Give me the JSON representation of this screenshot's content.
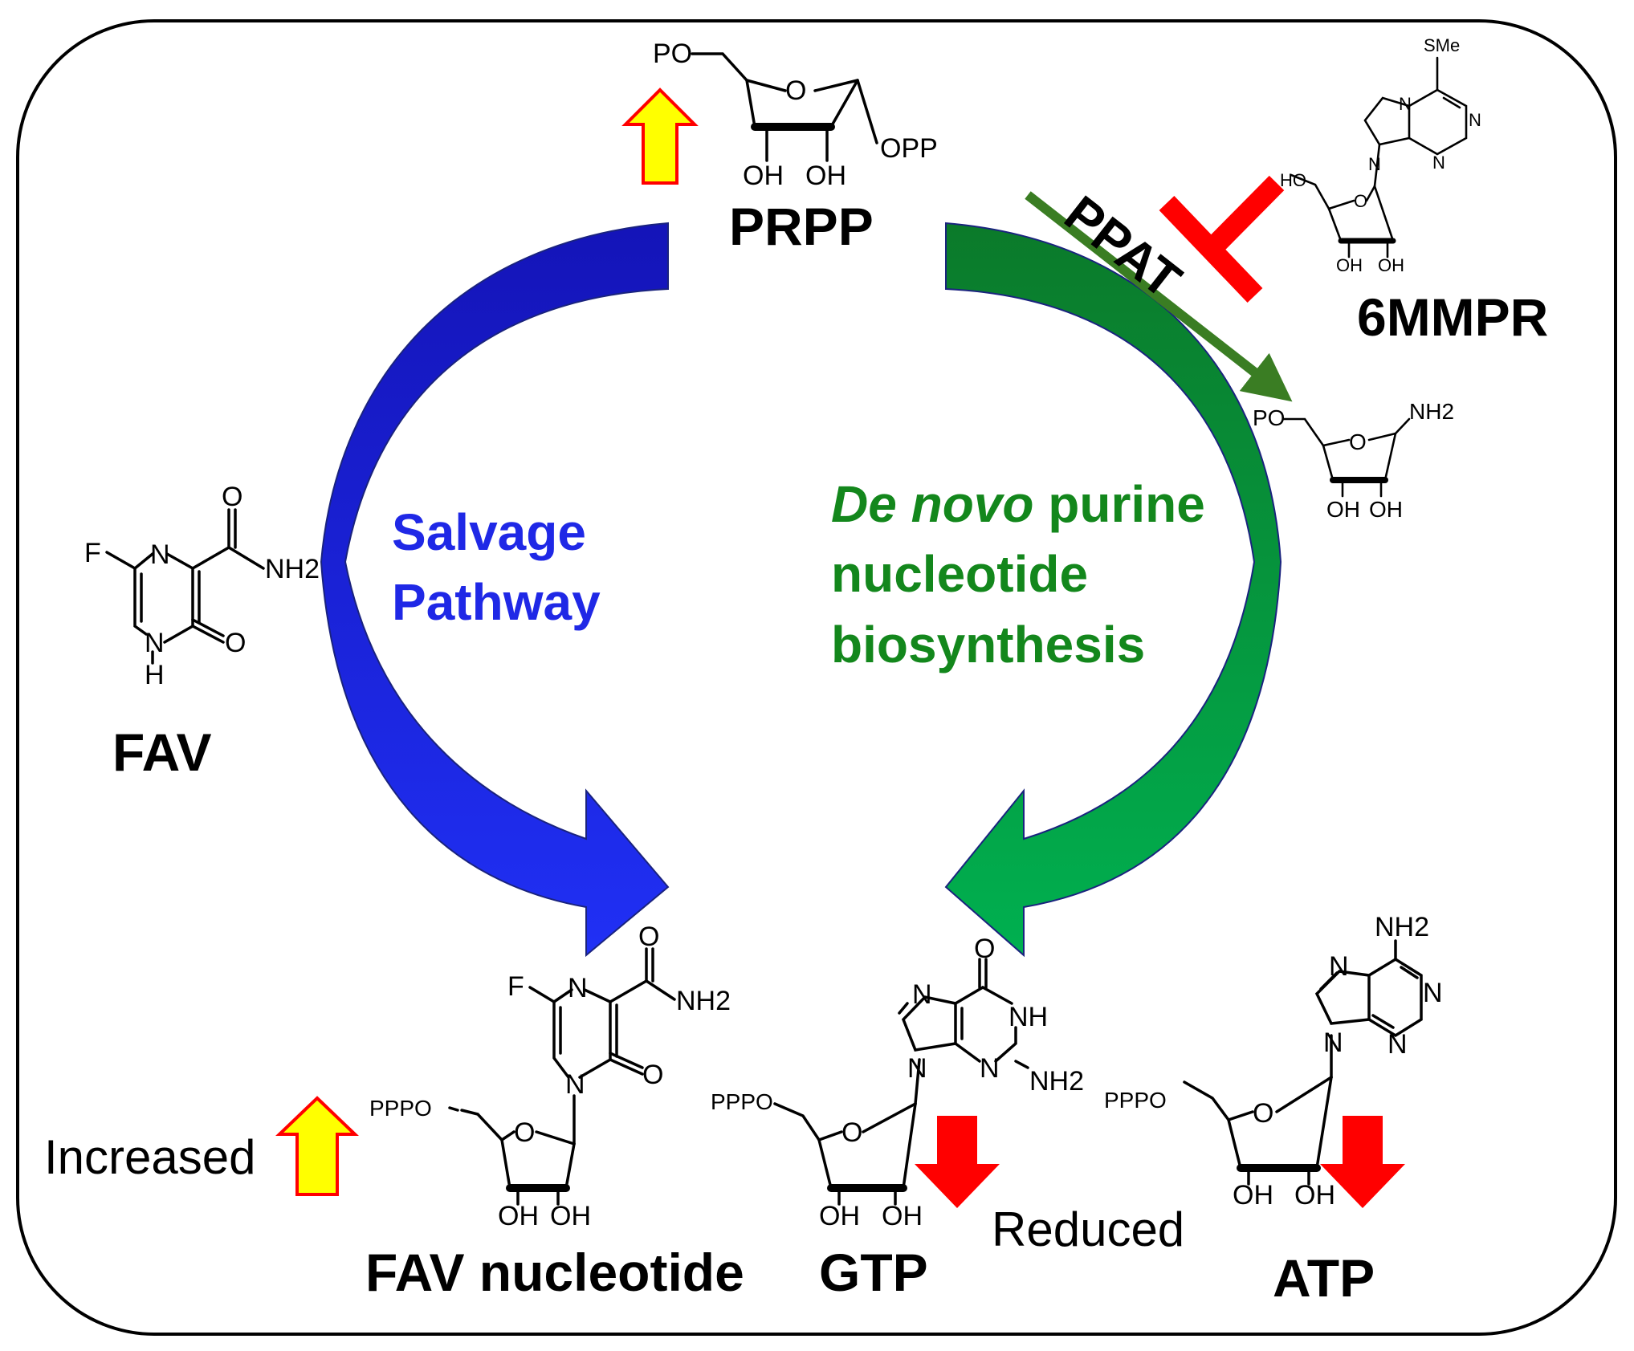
{
  "molecules": {
    "prpp": {
      "name": "PRPP",
      "po": "PO",
      "o": "O",
      "opp": "OPP",
      "oh1": "OH",
      "oh2": "OH"
    },
    "mmpr": {
      "name": "6MMPR",
      "sme": "SMe",
      "n1": "N",
      "n3": "N",
      "n7": "N",
      "n9": "N",
      "ho": "HO",
      "o": "O",
      "oh1": "OH",
      "oh2": "OH"
    },
    "prpa": {
      "po": "PO",
      "o": "O",
      "nh2": "NH2",
      "oh1": "OH",
      "oh2": "OH"
    },
    "fav": {
      "name": "FAV",
      "f": "F",
      "n": "N",
      "h_n": "H",
      "o_amide": "O",
      "nh2": "NH2",
      "o_ring": "O"
    },
    "fav_nucleotide": {
      "name": "FAV nucleotide",
      "f": "F",
      "n": "N",
      "n_ring": "N",
      "o_amide": "O",
      "nh2": "NH2",
      "o_ring": "O",
      "pppo": "PPPO",
      "o_sugar": "O",
      "oh1": "OH",
      "oh2": "OH"
    },
    "gtp": {
      "name": "GTP",
      "o": "O",
      "nh": "NH",
      "n7": "N",
      "n3": "N",
      "n9": "N",
      "nh2": "NH2",
      "pppo": "PPPO",
      "o_sugar": "O",
      "oh1": "OH",
      "oh2": "OH"
    },
    "atp": {
      "name": "ATP",
      "nh2": "NH2",
      "n7": "N",
      "n1": "N",
      "n3": "N",
      "n9": "N",
      "pppo": "PPPO",
      "o_sugar": "O",
      "oh1": "OH",
      "oh2": "OH"
    }
  },
  "pathways": {
    "salvage": {
      "line1": "Salvage",
      "line2": "Pathway",
      "color": "#1F28E6"
    },
    "de_novo": {
      "line1_italic": "De novo",
      "line1_rest": " purine",
      "line2": "nucleotide",
      "line3": "biosynthesis",
      "color": "#13871C"
    }
  },
  "enzyme": {
    "label": "PPAT"
  },
  "annotations": {
    "increased": "Increased",
    "reduced": "Reduced"
  },
  "colors": {
    "up_arrow_fill": "#FFFF00",
    "up_arrow_stroke": "#FF0000",
    "down_arrow": "#FF0000",
    "inhibition": "#FF0000",
    "frame": "#000000"
  }
}
